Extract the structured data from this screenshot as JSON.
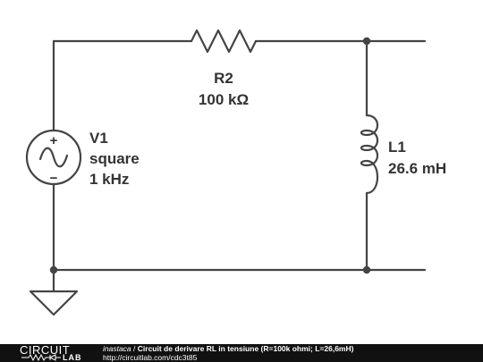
{
  "components": {
    "v1": {
      "name": "V1",
      "type": "square",
      "freq": "1 kHz",
      "plus": "+",
      "minus": "−"
    },
    "r2": {
      "name": "R2",
      "value": "100 kΩ"
    },
    "l1": {
      "name": "L1",
      "value": "26.6 mH"
    }
  },
  "footer": {
    "logo_top": "CIRCUIT",
    "logo_bottom": "LAB",
    "author": "inastaca",
    "separator": " / ",
    "title": "Circuit de derivare RL in tensiune (R=100k ohmi; L=26,6mH)",
    "url": "http://circuitlab.com/cdc3t85"
  },
  "colors": {
    "wire": "#444444",
    "text": "#333333",
    "footer_bg": "#111111",
    "footer_text": "#ffffff"
  }
}
